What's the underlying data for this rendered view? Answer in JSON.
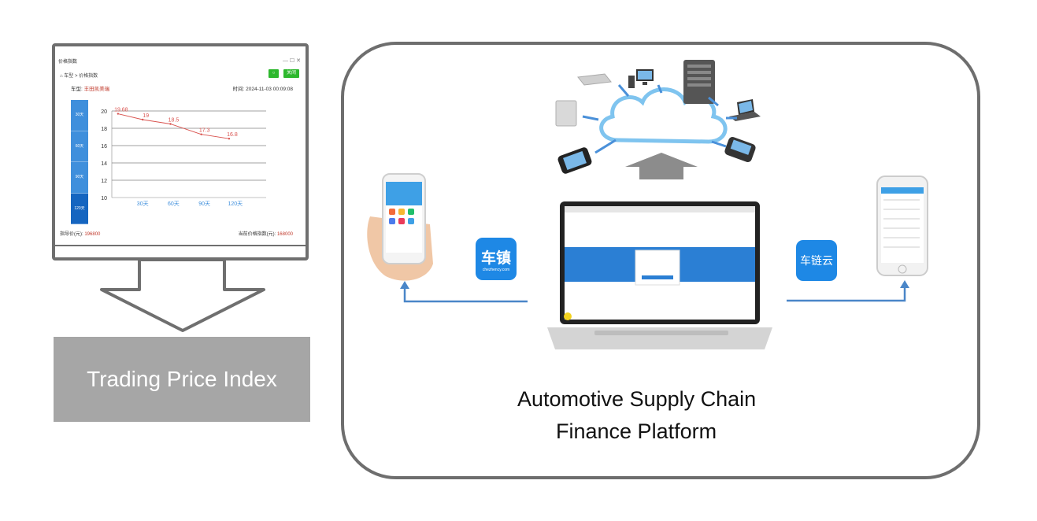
{
  "window": {
    "title": "价格指数",
    "breadcrumb_home": "车型",
    "breadcrumb_sep": ">",
    "breadcrumb_page": "价格指数",
    "close_button": "关闭",
    "model_label": "车型:",
    "model_value": "丰田凯美瑞",
    "time_label": "时间:",
    "time_value": "2024-11-03 00:09:08",
    "tabs": [
      "30天",
      "60天",
      "90天",
      "120天"
    ],
    "guide_label": "指导价(元):",
    "guide_value": "196800",
    "current_label": "当前价格指数(元):",
    "current_value": "168000"
  },
  "chart_data": {
    "type": "line",
    "categories": [
      "30天",
      "60天",
      "90天",
      "120天"
    ],
    "x": [
      0,
      1,
      2,
      3,
      4,
      5
    ],
    "values": [
      19.68,
      19,
      18.5,
      17.3,
      16.8
    ],
    "value_x": [
      0.2,
      1.0,
      1.9,
      2.9,
      3.8
    ],
    "ylim": [
      10,
      20
    ],
    "yticks": [
      10,
      12,
      14,
      16,
      18,
      20
    ],
    "grid": true,
    "line_color": "#d9534f"
  },
  "caption": "Trading Price Index",
  "platform": {
    "line1": "Automotive Supply Chain",
    "line2": "Finance Platform"
  },
  "apps": {
    "left_logo": "车镇",
    "left_logo_sub": "chezhency.com",
    "right_logo": "车链云"
  },
  "colors": {
    "arrow_blue": "#4a86c8",
    "frame_gray": "#6f6f6f",
    "caption_gray": "#a6a6a6",
    "green": "#2eb82e",
    "tab_blue": "#3f8fdc"
  }
}
